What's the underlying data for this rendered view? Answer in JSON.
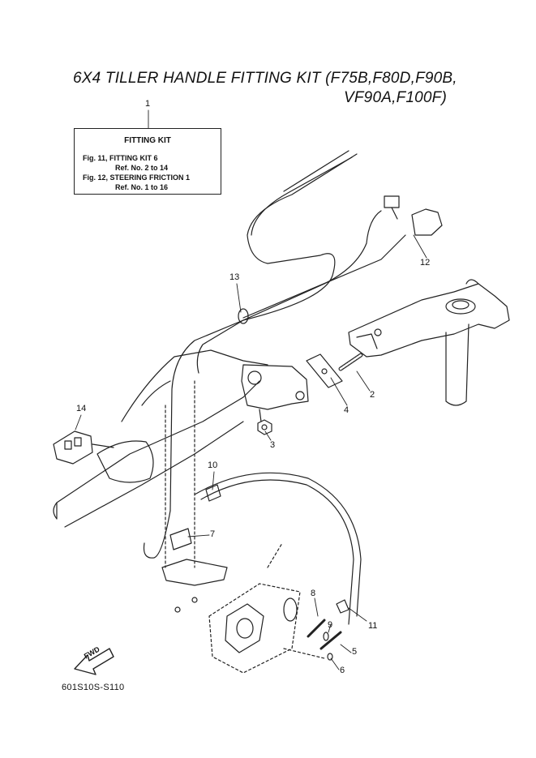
{
  "title": {
    "line1": "6X4 TILLER HANDLE FITTING KIT (F75B,F80D,F90B,",
    "line2": "VF90A,F100F)"
  },
  "kit_box": {
    "heading": "FITTING KIT",
    "line1": "Fig. 11, FITTING KIT 6",
    "line2": "Ref. No. 2 to 14",
    "line3": "Fig. 12, STEERING FRICTION 1",
    "line4": "Ref. No. 1 to 16"
  },
  "callouts": {
    "c1": "1",
    "c2": "2",
    "c3": "3",
    "c4": "4",
    "c5": "5",
    "c6": "6",
    "c7": "7",
    "c8": "8",
    "c9": "9",
    "c10": "10",
    "c11": "11",
    "c12": "12",
    "c13": "13",
    "c14": "14"
  },
  "fwd_label": "FWD",
  "footer_code": "601S10S-S110"
}
